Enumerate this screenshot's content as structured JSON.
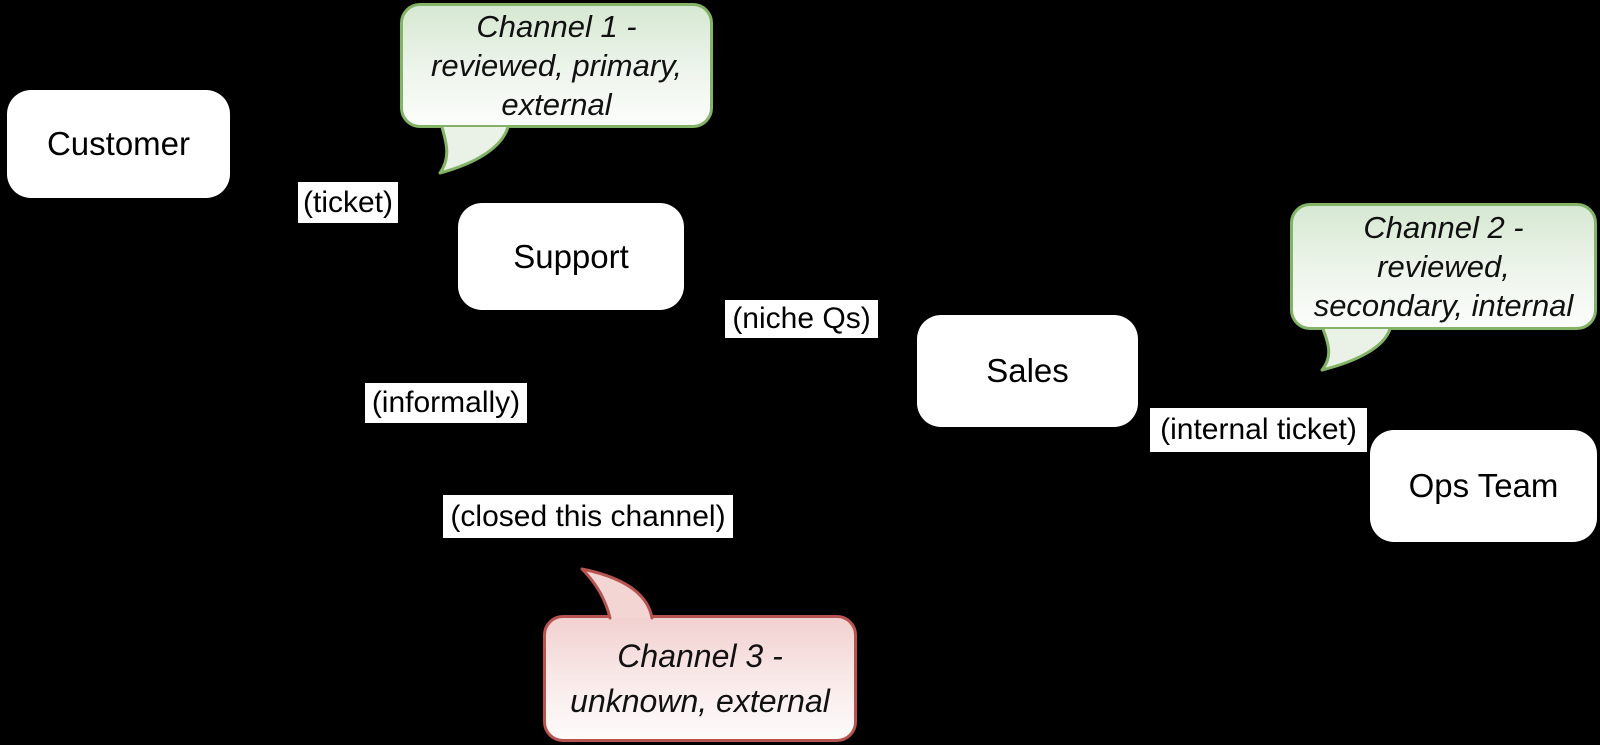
{
  "diagram": {
    "background": "#000000",
    "nodes": [
      {
        "id": "customer",
        "label": "Customer"
      },
      {
        "id": "support",
        "label": "Support"
      },
      {
        "id": "sales",
        "label": "Sales"
      },
      {
        "id": "ops-team",
        "label": "Ops Team"
      }
    ],
    "edge_labels": [
      {
        "id": "ticket",
        "text": "(ticket)"
      },
      {
        "id": "niche-qs",
        "text": "(niche Qs)"
      },
      {
        "id": "informally",
        "text": "(informally)"
      },
      {
        "id": "closed-this-channel",
        "text": "(closed this channel)"
      },
      {
        "id": "internal-ticket",
        "text": "(internal ticket)"
      }
    ],
    "callouts": [
      {
        "id": "channel-1",
        "style": "green",
        "lines": [
          "Channel 1 -",
          "reviewed, primary,",
          "external"
        ]
      },
      {
        "id": "channel-2",
        "style": "green",
        "lines": [
          "Channel 2 -",
          "reviewed,",
          "secondary, internal"
        ]
      },
      {
        "id": "channel-3",
        "style": "red",
        "lines": [
          "Channel 3 -",
          "unknown, external"
        ]
      }
    ],
    "colors": {
      "node_fill": "#ffffff",
      "node_text": "#000000",
      "edge_label_bg": "#ffffff",
      "edge_label_text": "#000000",
      "green_fill_top": "#d6e8d2",
      "green_fill_bottom": "#fbfdfa",
      "green_stroke": "#82b366",
      "red_fill_top": "#f1d1d0",
      "red_fill_bottom": "#fdfbfb",
      "red_stroke": "#b85450",
      "callout_text": "#111111"
    }
  }
}
